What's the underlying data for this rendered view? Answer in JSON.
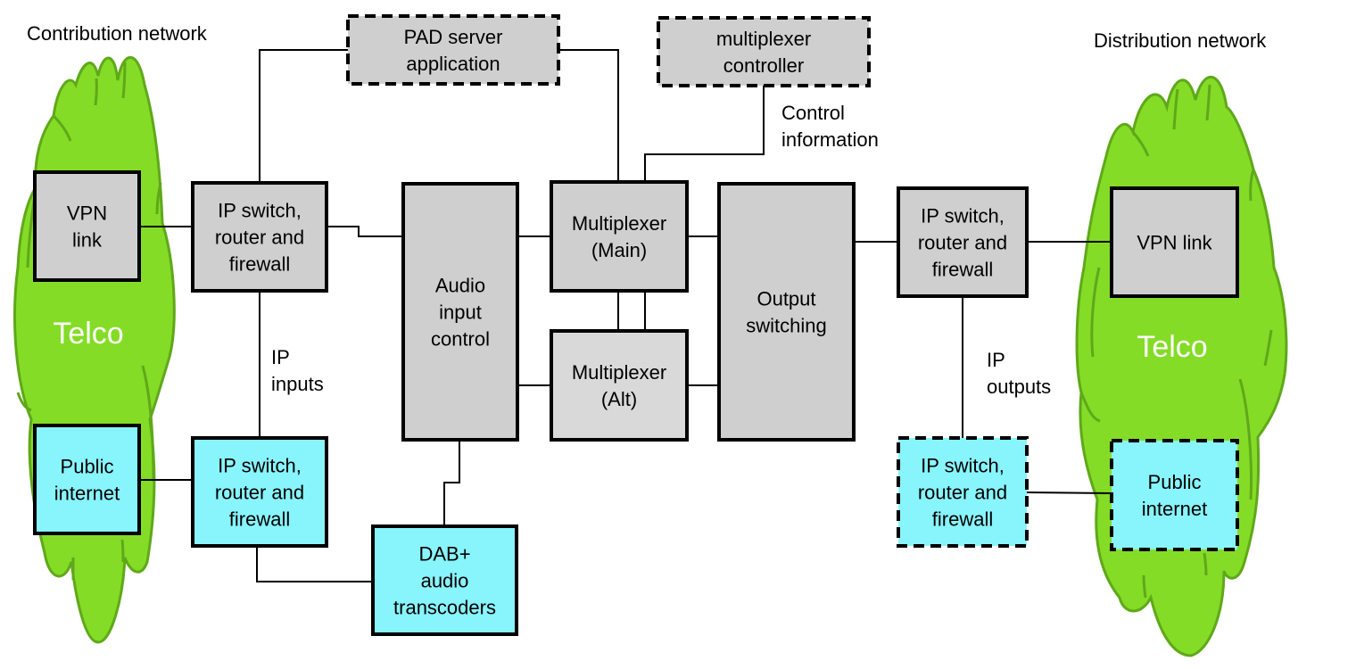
{
  "colors": {
    "device_gray": "#cfcfcf",
    "device_gray_light": "#d9d9d9",
    "ip_cyan": "#88f4fc",
    "cloud_green": "#84dc26",
    "cloud_outline": "#5fa81a",
    "line": "#000000",
    "cloud_label": "#ffffff"
  },
  "headings": {
    "contribution": "Contribution network",
    "distribution": "Distribution network"
  },
  "clouds": {
    "left": {
      "label": "Telco"
    },
    "right": {
      "label": "Telco"
    }
  },
  "annotations": {
    "ip_inputs": [
      "IP",
      "inputs"
    ],
    "ip_outputs": [
      "IP",
      "outputs"
    ],
    "control_information": [
      "Control",
      "information"
    ]
  },
  "nodes": {
    "vpn_left": {
      "lines": [
        "VPN",
        "link"
      ],
      "style": "gray",
      "dashed": false
    },
    "public_left": {
      "lines": [
        "Public",
        "internet"
      ],
      "style": "cyan",
      "dashed": false
    },
    "switch_left_top": {
      "lines": [
        "IP switch,",
        "router and",
        "firewall"
      ],
      "style": "gray",
      "dashed": false
    },
    "switch_left_bottom": {
      "lines": [
        "IP switch,",
        "router and",
        "firewall"
      ],
      "style": "cyan",
      "dashed": false
    },
    "pad_server": {
      "lines": [
        "PAD server",
        "application"
      ],
      "style": "gray",
      "dashed": true
    },
    "mux_controller": {
      "lines": [
        "multiplexer",
        "controller"
      ],
      "style": "gray",
      "dashed": true
    },
    "audio_input": {
      "lines": [
        "Audio",
        "input",
        "control"
      ],
      "style": "gray",
      "dashed": false
    },
    "dab_transcoders": {
      "lines": [
        "DAB+",
        "audio",
        "transcoders"
      ],
      "style": "cyan",
      "dashed": false
    },
    "mux_main": {
      "lines": [
        "Multiplexer",
        "(Main)"
      ],
      "style": "gray",
      "dashed": false
    },
    "mux_alt": {
      "lines": [
        "Multiplexer",
        "(Alt)"
      ],
      "style": "graylight",
      "dashed": false
    },
    "output_switching": {
      "lines": [
        "Output",
        "switching"
      ],
      "style": "gray",
      "dashed": false
    },
    "switch_right_top": {
      "lines": [
        "IP switch,",
        "router and",
        "firewall"
      ],
      "style": "gray",
      "dashed": false
    },
    "switch_right_bottom": {
      "lines": [
        "IP switch,",
        "router and",
        "firewall"
      ],
      "style": "cyan",
      "dashed": true
    },
    "vpn_right": {
      "lines": [
        "VPN link"
      ],
      "style": "gray",
      "dashed": false
    },
    "public_right": {
      "lines": [
        "Public",
        "internet"
      ],
      "style": "cyan",
      "dashed": true
    }
  },
  "connections": [
    [
      "vpn_left",
      "switch_left_top"
    ],
    [
      "public_left",
      "switch_left_bottom"
    ],
    [
      "switch_left_top",
      "switch_left_bottom"
    ],
    [
      "switch_left_top",
      "pad_server"
    ],
    [
      "switch_left_top",
      "audio_input"
    ],
    [
      "switch_left_bottom",
      "dab_transcoders"
    ],
    [
      "dab_transcoders",
      "audio_input"
    ],
    [
      "pad_server",
      "mux_main"
    ],
    [
      "mux_controller",
      "mux_main"
    ],
    [
      "audio_input",
      "mux_main"
    ],
    [
      "audio_input",
      "mux_alt"
    ],
    [
      "mux_main",
      "mux_alt"
    ],
    [
      "mux_main",
      "output_switching"
    ],
    [
      "mux_alt",
      "output_switching"
    ],
    [
      "output_switching",
      "switch_right_top"
    ],
    [
      "switch_right_top",
      "vpn_right"
    ],
    [
      "switch_right_top",
      "switch_right_bottom"
    ],
    [
      "switch_right_bottom",
      "public_right"
    ]
  ]
}
